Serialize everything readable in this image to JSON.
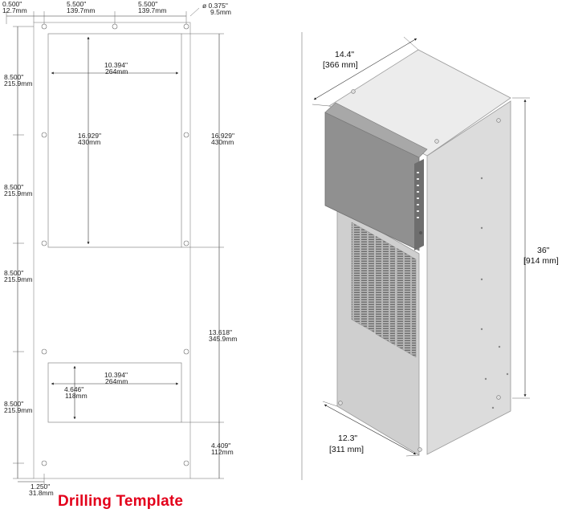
{
  "template": {
    "caption": "Drilling Template",
    "top": {
      "left_edge": [
        "0.500\"",
        "12.7mm"
      ],
      "spacing_1": [
        "5.500\"",
        "139.7mm"
      ],
      "spacing_2": [
        "5.500\"",
        "139.7mm"
      ],
      "hole_dia": [
        "ø 0.375\"",
        "9.5mm"
      ]
    },
    "left_dims": [
      [
        "8.500\"",
        "215.9mm"
      ],
      [
        "8.500\"",
        "215.9mm"
      ],
      [
        "8.500\"",
        "215.9mm"
      ],
      [
        "8.500\"",
        "215.9mm"
      ]
    ],
    "bottom_left": [
      "1.250\"",
      "31.8mm"
    ],
    "upper_cutout": {
      "width": [
        "10.394\"",
        "264mm"
      ],
      "height": [
        "16.929\"",
        "430mm"
      ]
    },
    "right_height": [
      "16.929\"",
      "430mm"
    ],
    "mid_right": [
      "13.618\"",
      "345.9mm"
    ],
    "lower_cutout": {
      "width": [
        "10.394\"",
        "264mm"
      ],
      "height": [
        "4.646\"",
        "118mm"
      ]
    },
    "bottom_right": [
      "4.409\"",
      "112mm"
    ]
  },
  "unit": {
    "depth": [
      "14.4\"",
      "[366 mm]"
    ],
    "height": [
      "36\"",
      "[914 mm]"
    ],
    "width": [
      "12.3\"",
      "[311 mm]"
    ]
  },
  "colors": {
    "caption": "#e3001b",
    "front_face": "#d2d2d2",
    "side_face": "#dedede",
    "top_face": "#ececec",
    "dark_housing": "#8f8f8f"
  }
}
